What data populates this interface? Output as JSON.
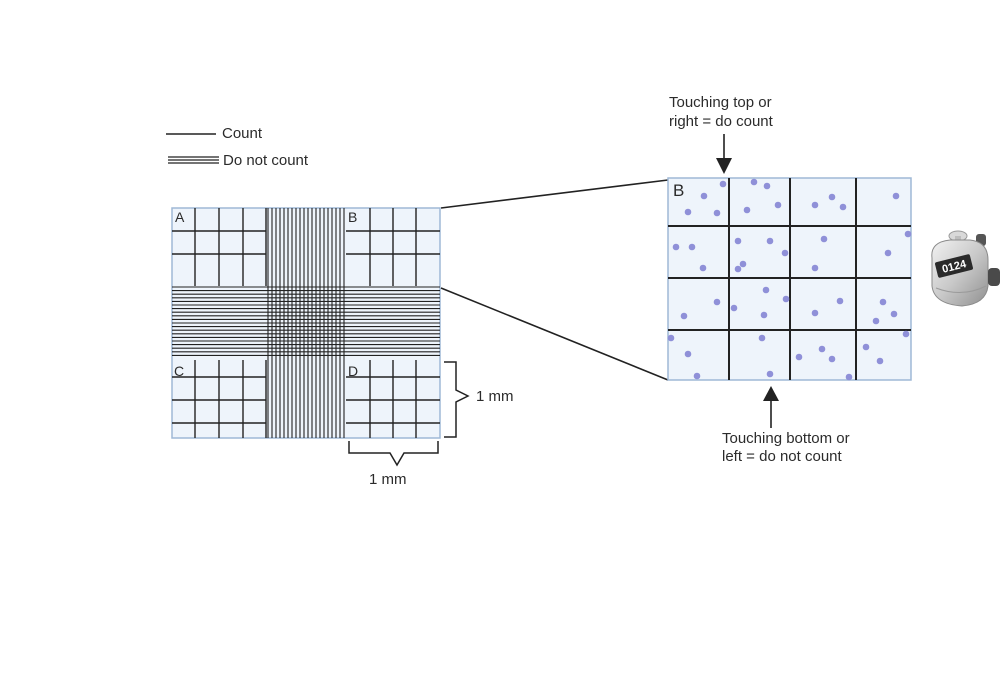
{
  "legend": {
    "count_label": "Count",
    "do_not_count_label": "Do not count"
  },
  "grid": {
    "squares": [
      "A",
      "B",
      "C",
      "D"
    ],
    "height_label": "1 mm",
    "width_label": "1 mm"
  },
  "zoom": {
    "square_label": "B",
    "top_note_line1": "Touching top or",
    "top_note_line2": "right = do count",
    "bottom_note_line1": "Touching bottom or",
    "bottom_note_line2": "left = do not count"
  },
  "counter": {
    "display": "0124",
    "icon": "tally-counter-icon"
  },
  "colors": {
    "grid_fill": "#eef4fb",
    "grid_border": "#9fb8d6",
    "line": "#222222",
    "cell_dot": "#8f90d8"
  }
}
